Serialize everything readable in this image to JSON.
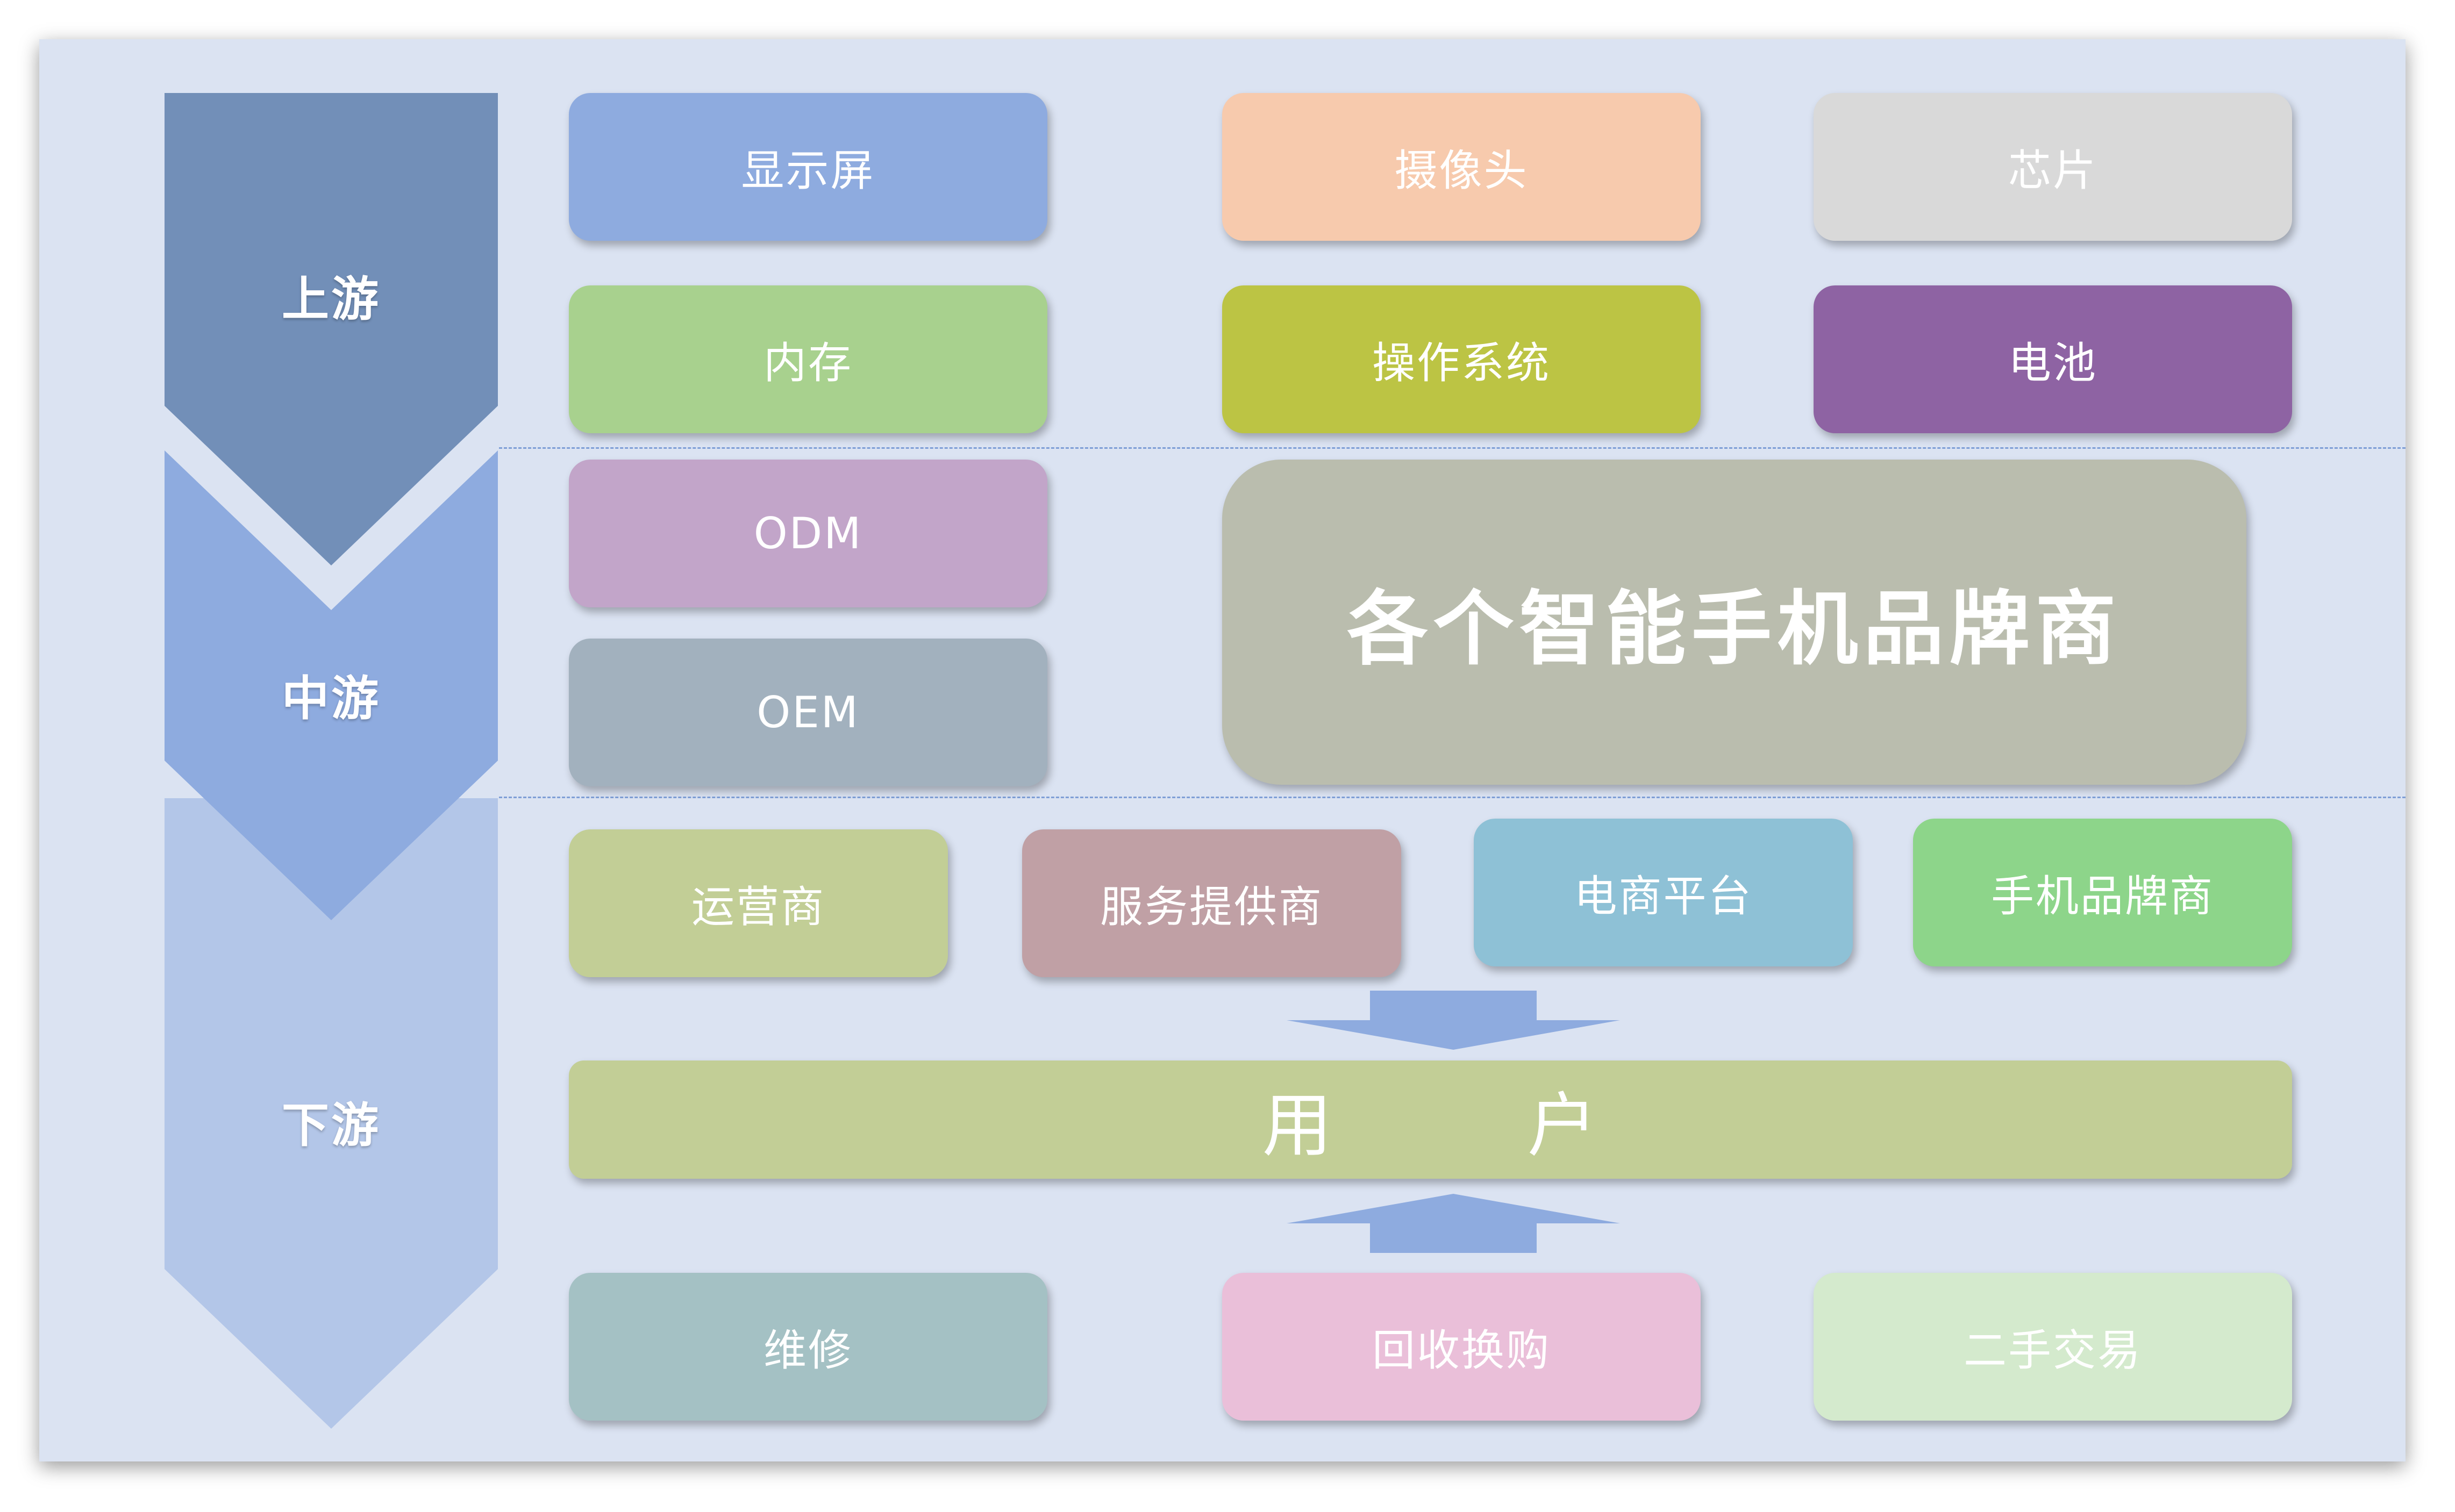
{
  "stages": [
    {
      "id": "upstream",
      "label": "上游",
      "color": "#728fb8"
    },
    {
      "id": "midstream",
      "label": "中游",
      "color": "#8eabdf"
    },
    {
      "id": "downstream",
      "label": "下游",
      "color": "#b3c6e8"
    }
  ],
  "upstream": {
    "components": [
      {
        "label": "显示屏",
        "color": "#8eabdf"
      },
      {
        "label": "摄像头",
        "color": "#f7caad"
      },
      {
        "label": "芯片",
        "color": "#d9d9d9"
      },
      {
        "label": "内存",
        "color": "#a8d18e"
      },
      {
        "label": "操作系统",
        "color": "#bcc444"
      },
      {
        "label": "电池",
        "color": "#8e63a3"
      }
    ]
  },
  "midstream": {
    "manufacturers": [
      {
        "label": "ODM",
        "color": "#c2a5c9"
      },
      {
        "label": "OEM",
        "color": "#a2b1be"
      }
    ],
    "brands": {
      "label": "各个智能手机品牌商",
      "color": "#babdae"
    }
  },
  "downstream": {
    "channels": [
      {
        "label": "运营商",
        "color": "#c2ce96"
      },
      {
        "label": "服务提供商",
        "color": "#c0a0a5"
      },
      {
        "label": "电商平台",
        "color": "#8ec1d6"
      },
      {
        "label": "手机品牌商",
        "color": "#8dd58a"
      }
    ],
    "user": {
      "char1": "用",
      "char2": "户",
      "color": "#c2ce96"
    },
    "aftermarket": [
      {
        "label": "维修",
        "color": "#a4c1c4"
      },
      {
        "label": "回收换购",
        "color": "#eabfd9"
      },
      {
        "label": "二手交易",
        "color": "#d4eacd"
      }
    ]
  },
  "colors": {
    "background": "#dbe3f2",
    "arrow": "#8eabdf",
    "divider": "#7f9fd6"
  }
}
